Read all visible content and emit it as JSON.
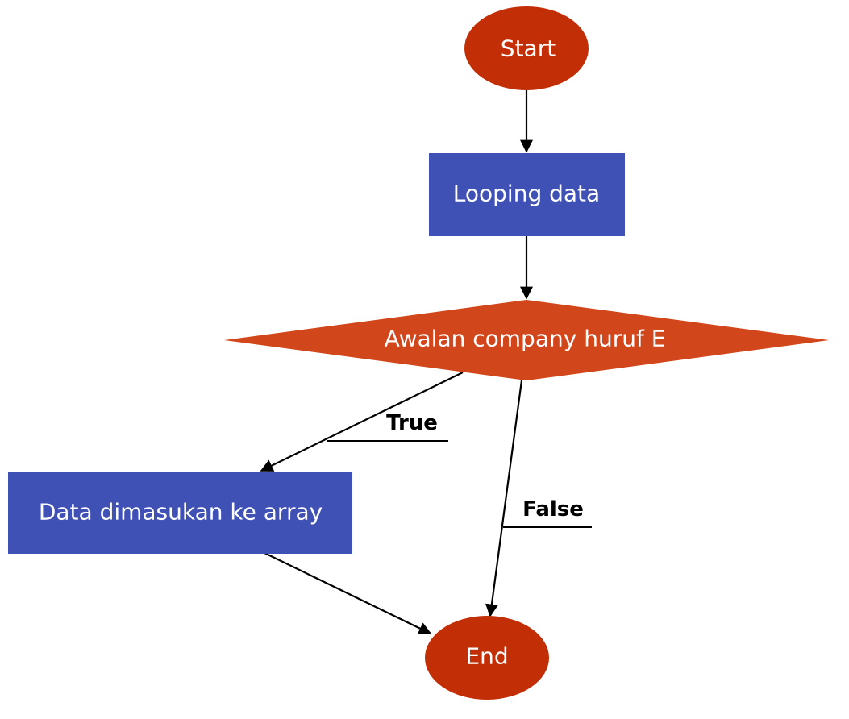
{
  "colors": {
    "terminal": "#c22e05",
    "process": "#4051b5",
    "decision": "#d2461b",
    "edge": "#000000",
    "node_text": "#ffffff"
  },
  "nodes": {
    "start": {
      "label": "Start",
      "shape": "ellipse"
    },
    "looping": {
      "label": "Looping data",
      "shape": "rectangle"
    },
    "decision": {
      "label": "Awalan company huruf E",
      "shape": "diamond"
    },
    "insert": {
      "label": "Data dimasukan ke array",
      "shape": "rectangle"
    },
    "end": {
      "label": "End",
      "shape": "ellipse"
    }
  },
  "edges": {
    "start_to_looping": {
      "from": "start",
      "to": "looping",
      "label": ""
    },
    "looping_to_decision": {
      "from": "looping",
      "to": "decision",
      "label": ""
    },
    "decision_true": {
      "from": "decision",
      "to": "insert",
      "label": "True"
    },
    "decision_false": {
      "from": "decision",
      "to": "end",
      "label": "False"
    },
    "insert_to_end": {
      "from": "insert",
      "to": "end",
      "label": ""
    }
  }
}
